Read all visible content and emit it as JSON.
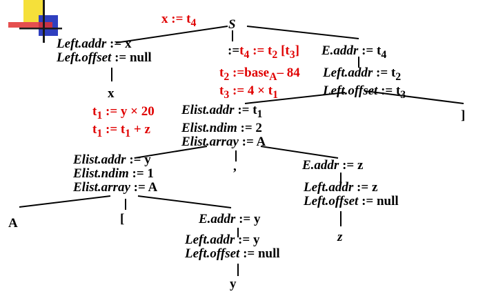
{
  "colors": {
    "code": "#e00000",
    "text": "#000000",
    "line": "#000000",
    "deco_yellow": "#f5e03a",
    "deco_blue": "#2f3fbf",
    "deco_red": "#e03030"
  },
  "root": {
    "label": "S",
    "code": "x := t",
    "code_sub": "4"
  },
  "left_stmt": {
    "line1_attr": "Left.addr",
    "line1_rest": " := x",
    "line2_attr": "Left.offset",
    "line2_rest": " := null",
    "child": "x"
  },
  "assign": {
    "prefix": ":=",
    "code_a": "t",
    "code_a_sub": "4",
    "code_b": " := t",
    "code_b_sub": "2",
    "code_c": " [t",
    "code_c_sub": "3",
    "code_d": "]"
  },
  "e_root": {
    "attr": "E.addr",
    "rest": " := t",
    "sub": "4"
  },
  "code_mid": {
    "line1_a": "t",
    "line1_a_sub": "2",
    "line1_b": " :=base",
    "line1_b_sub": "A",
    "line1_c": "– 84",
    "line2_a": "t",
    "line2_a_sub": "3",
    "line2_b": " := 4 × t",
    "line2_b_sub": "1"
  },
  "left_arr": {
    "line1_attr": "Left.addr",
    "line1_rest": " := t",
    "line1_sub": "2",
    "line2_attr": "Left.offset",
    "line2_rest": " := t",
    "line2_sub": "3"
  },
  "bracket_right": "]",
  "code_left": {
    "line1_a": "t",
    "line1_a_sub": "1",
    "line1_b": " := y × 20",
    "line2_a": "t",
    "line2_a_sub": "1",
    "line2_b": " := t",
    "line2_b_sub": "1",
    "line2_c": " + z"
  },
  "elist_top": {
    "line1_attr": "Elist.addr",
    "line1_rest": " := t",
    "line1_sub": "1",
    "line2_attr": "Elist.ndim",
    "line2_rest": " := 2",
    "line3_attr": "Elist.array",
    "line3_rest": " := A"
  },
  "comma": ",",
  "e_z": {
    "attr": "E.addr",
    "rest": " := z"
  },
  "left_z": {
    "line1_attr": "Left.addr",
    "line1_rest": " := z",
    "line2_attr": "Left.offset",
    "line2_rest": " := null",
    "child": "z"
  },
  "elist_low": {
    "line1_attr": "Elist.addr",
    "line1_rest": " := y",
    "line2_attr": "Elist.ndim",
    "line2_rest": " := 1",
    "line3_attr": "Elist.array",
    "line3_rest": " := A"
  },
  "leaf_A": "A",
  "bracket_left": "[",
  "e_y": {
    "attr": "E.addr",
    "rest": " := y"
  },
  "left_y": {
    "line1_attr": "Left.addr",
    "line1_rest": " := y",
    "line2_attr": "Left.offset",
    "line2_rest": " := null",
    "child": "y"
  }
}
